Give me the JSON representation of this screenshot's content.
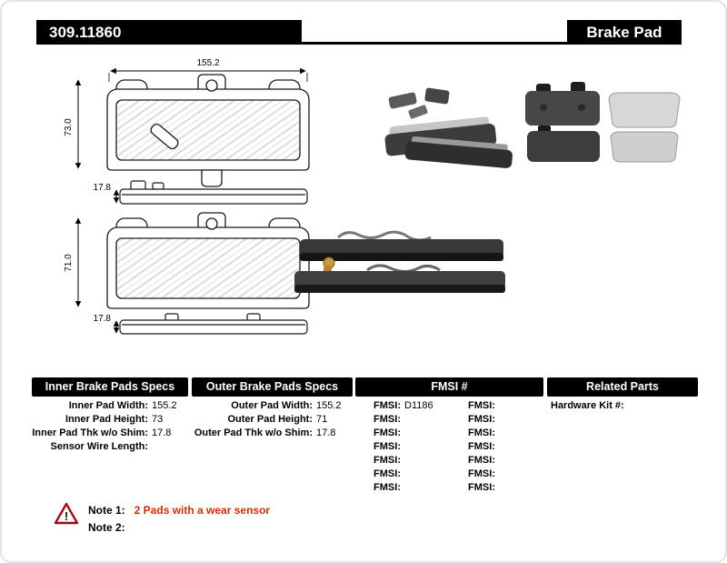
{
  "header": {
    "part_number": "309.11860",
    "title": "Brake Pad"
  },
  "colors": {
    "header_bar": "#000000",
    "note_red": "#cc2d00"
  },
  "diagram": {
    "top_pad": {
      "width": "155.2",
      "height": "73.0",
      "thickness": "17.8"
    },
    "bottom_pad": {
      "height": "71.0",
      "thickness": "17.8"
    }
  },
  "inner_specs": {
    "header": "Inner Brake Pads Specs",
    "rows": [
      {
        "label": "Inner Pad Width:",
        "value": "155.2"
      },
      {
        "label": "Inner Pad Height:",
        "value": "73"
      },
      {
        "label": "Inner Pad Thk w/o Shim:",
        "value": "17.8"
      },
      {
        "label": "Sensor Wire Length:",
        "value": ""
      }
    ]
  },
  "outer_specs": {
    "header": "Outer Brake Pads Specs",
    "rows": [
      {
        "label": "Outer Pad Width:",
        "value": "155.2"
      },
      {
        "label": "Outer Pad Height:",
        "value": "71"
      },
      {
        "label": "Outer Pad Thk w/o Shim:",
        "value": "17.8"
      }
    ]
  },
  "fmsi": {
    "header": "FMSI #",
    "rows": [
      {
        "l_label": "FMSI:",
        "l_value": "D1186",
        "r_label": "FMSI:",
        "r_value": ""
      },
      {
        "l_label": "FMSI:",
        "l_value": "",
        "r_label": "FMSI:",
        "r_value": ""
      },
      {
        "l_label": "FMSI:",
        "l_value": "",
        "r_label": "FMSI:",
        "r_value": ""
      },
      {
        "l_label": "FMSI:",
        "l_value": "",
        "r_label": "FMSI:",
        "r_value": ""
      },
      {
        "l_label": "FMSI:",
        "l_value": "",
        "r_label": "FMSI:",
        "r_value": ""
      },
      {
        "l_label": "FMSI:",
        "l_value": "",
        "r_label": "FMSI:",
        "r_value": ""
      },
      {
        "l_label": "FMSI:",
        "l_value": "",
        "r_label": "FMSI:",
        "r_value": ""
      }
    ]
  },
  "related_parts": {
    "header": "Related Parts",
    "rows": [
      {
        "label": "Hardware Kit #:",
        "value": ""
      }
    ]
  },
  "notes": {
    "warning_glyph": "!",
    "note1_label": "Note 1:",
    "note1_text": "2 Pads with a wear sensor",
    "note2_label": "Note 2:",
    "note2_text": ""
  }
}
